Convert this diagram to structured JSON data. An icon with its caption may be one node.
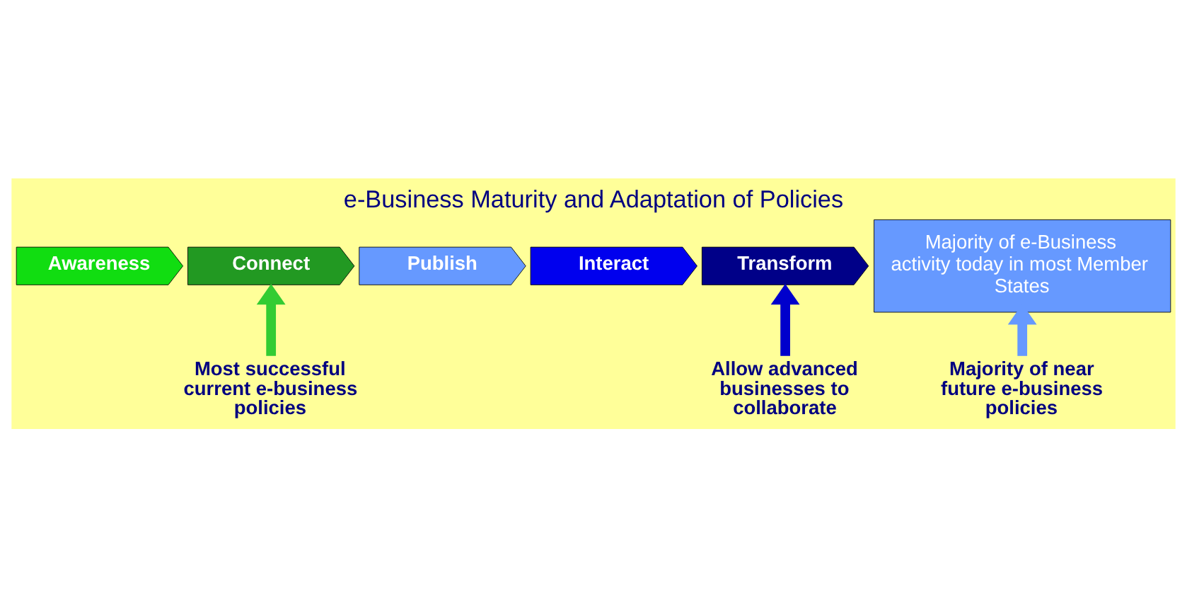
{
  "diagram": {
    "title": "e-Business Maturity and Adaptation of Policies",
    "nodes": [
      {
        "text": [
          "Awareness"
        ]
      },
      {
        "text": [
          "Connect"
        ]
      },
      {
        "text": [
          "Publish"
        ]
      },
      {
        "text": [
          "Interact"
        ]
      },
      {
        "text": [
          "Transform"
        ]
      },
      {
        "text": [
          "Majority of e-Business activity today in most Member States"
        ]
      },
      {
        "text": [
          "Most successful current e-business policies"
        ]
      },
      {
        "text": [
          "Majority of near future e-business policies"
        ]
      },
      {
        "text": [
          "Allow advanced businesses to collaborate"
        ]
      }
    ],
    "edges": [
      {
        "from": 6,
        "to": 1,
        "arrow": "to",
        "color": "#33cc33"
      },
      {
        "from": 7,
        "to": 5,
        "arrow": "to",
        "color": "#6699ff"
      },
      {
        "from": 8,
        "to": 4,
        "arrow": "to",
        "color": "#0000cc"
      }
    ]
  }
}
